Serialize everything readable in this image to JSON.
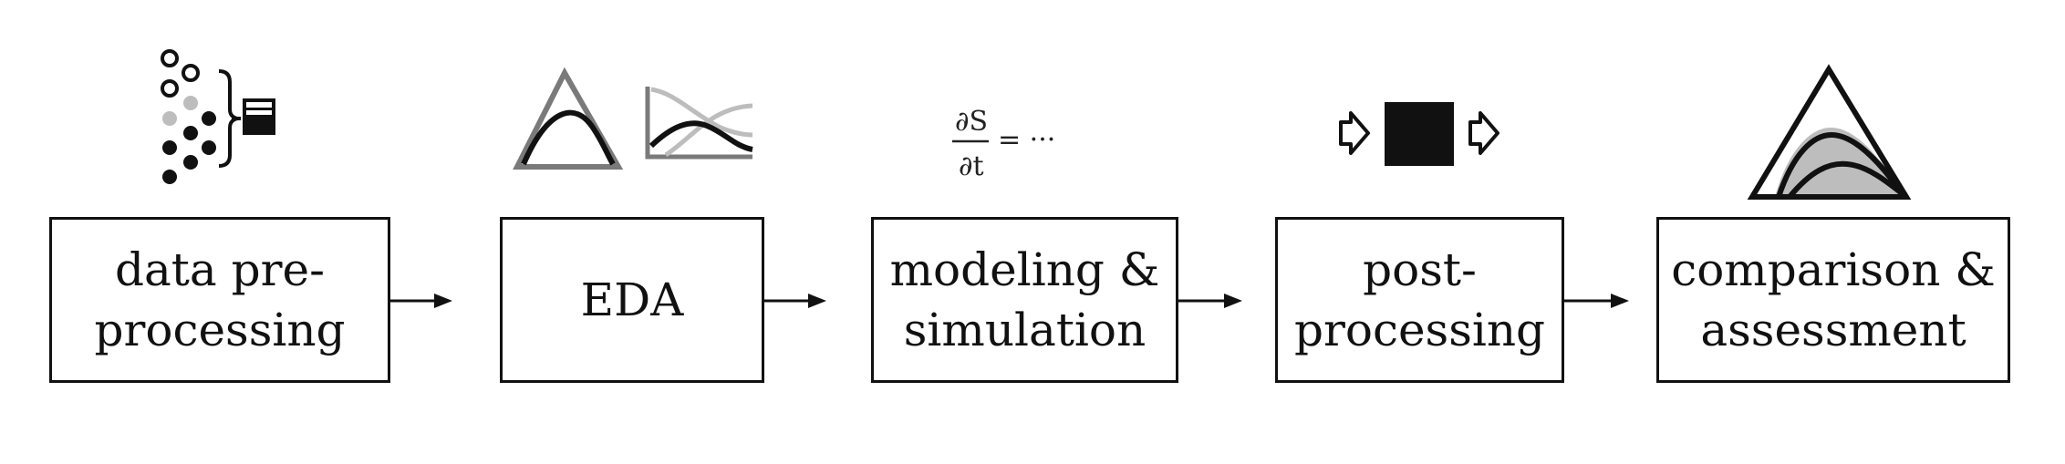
{
  "steps": [
    {
      "label": "data pre-\nprocessing",
      "icon": "data-points-icon"
    },
    {
      "label": "EDA",
      "icon": "eda-plots-icon"
    },
    {
      "label": "modeling &\nsimulation",
      "icon": "pde-equation-icon"
    },
    {
      "label": "post-\nprocessing",
      "icon": "black-box-icon"
    },
    {
      "label": "comparison &\nassessment",
      "icon": "ternary-comparison-icon"
    }
  ],
  "equation": {
    "numerator": "∂S",
    "denominator": "∂t",
    "rest": "= ···"
  },
  "colors": {
    "stroke": "#111111",
    "gray": "#7a7a7a",
    "light_gray": "#bdbdbd"
  }
}
